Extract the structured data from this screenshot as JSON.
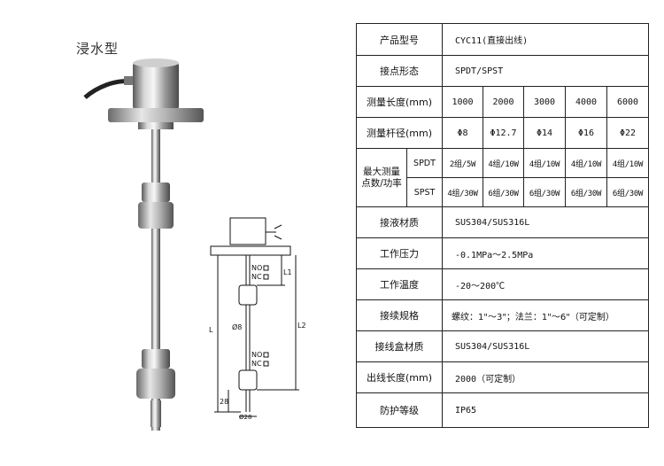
{
  "left": {
    "type_title": "浸水型",
    "drawing": {
      "no_label": "NO",
      "nc_label": "NC",
      "l1_label": "L1",
      "l2_label": "L2",
      "l_label": "L",
      "rod_dia": "Ø8",
      "h_label": "28",
      "float_dia": "Ø28"
    }
  },
  "spec": {
    "model_label": "产品型号",
    "model_value": "CYC11(直接出线)",
    "contact_label": "接点形态",
    "contact_value": "SPDT/SPST",
    "length_label": "测量长度(mm)",
    "lengths": [
      "1000",
      "2000",
      "3000",
      "4000",
      "6000"
    ],
    "rod_label": "测量杆径(mm)",
    "rods": [
      "Φ8",
      "Φ12.7",
      "Φ14",
      "Φ16",
      "Φ22"
    ],
    "max_label_1": "最大测量",
    "max_label_2": "点数/功率",
    "spdt_label": "SPDT",
    "spdt_values": [
      "2组/5W",
      "4组/10W",
      "4组/10W",
      "4组/10W",
      "4组/10W"
    ],
    "spst_label": "SPST",
    "spst_values": [
      "4组/30W",
      "6组/30W",
      "6组/30W",
      "6组/30W",
      "6组/30W"
    ],
    "wetted_label": "接液材质",
    "wetted_value": "SUS304/SUS316L",
    "pressure_label": "工作压力",
    "pressure_value": "-0.1MPa～2.5MPa",
    "temp_label": "工作温度",
    "temp_value": "-20～200℃",
    "conn_label": "接续规格",
    "conn_value": "螺纹：1\"～3\"；法兰：1\"～6\"（可定制）",
    "box_label": "接线盒材质",
    "box_value": "SUS304/SUS316L",
    "cable_label": "出线长度(mm)",
    "cable_value": "2000（可定制）",
    "ip_label": "防护等级",
    "ip_value": "IP65"
  }
}
